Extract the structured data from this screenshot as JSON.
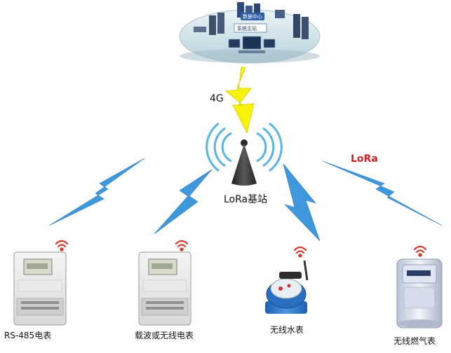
{
  "diagram": {
    "master_station": {
      "data_center_label": "数据中心",
      "main_label": "系统主站"
    },
    "uplink_label": "4G",
    "wireless_label": "LoRa",
    "base_station_label": "LoRa基站",
    "meters": [
      {
        "label": "RS-485电表",
        "icon": "electric-meter-icon"
      },
      {
        "label": "载波或无线电表",
        "icon": "electric-meter-icon"
      },
      {
        "label": "无线水表",
        "icon": "water-meter-icon"
      },
      {
        "label": "无线燃气表",
        "icon": "gas-meter-icon"
      }
    ],
    "colors": {
      "lightning_4g": "#f7f20a",
      "lightning_lora": "#3f97dc",
      "lora_text": "#d21f1f",
      "signal_icon": "#d23a2a",
      "antenna": "#3a3a3a",
      "wave": "#5ab4e3"
    }
  }
}
